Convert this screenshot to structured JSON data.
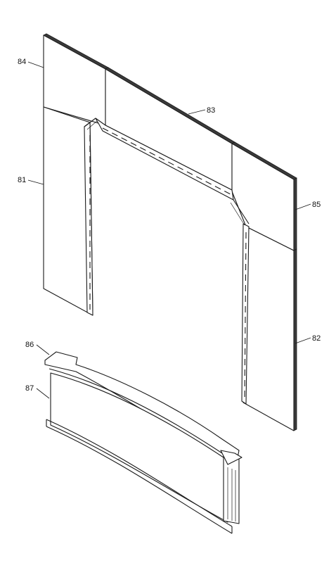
{
  "callouts": {
    "c81": "81",
    "c82": "82",
    "c83": "83",
    "c84": "84",
    "c85": "85",
    "c86": "86",
    "c87": "87"
  }
}
